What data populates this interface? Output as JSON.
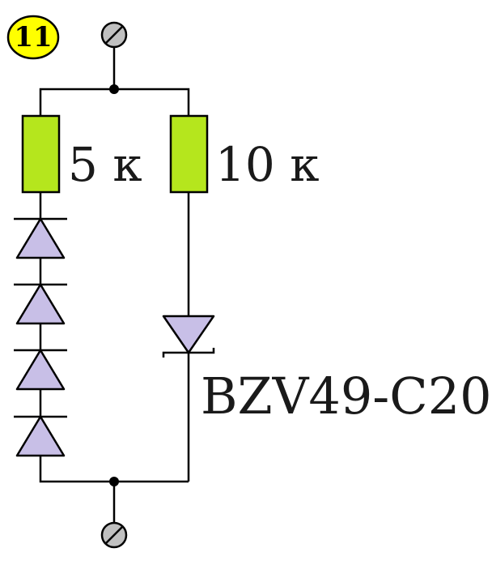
{
  "badge": {
    "number": "11",
    "fill": "#ffff00"
  },
  "components": {
    "resistor_left": {
      "label": "5 к"
    },
    "resistor_right": {
      "label": "10 к"
    },
    "zener": {
      "label": "BZV49-C20"
    }
  },
  "colors": {
    "resistor_fill": "#b5e61d",
    "diode_fill": "#c8bfe7",
    "terminal_fill": "#c0c0c0",
    "wire": "#000000"
  },
  "diode_chain_count": 4
}
